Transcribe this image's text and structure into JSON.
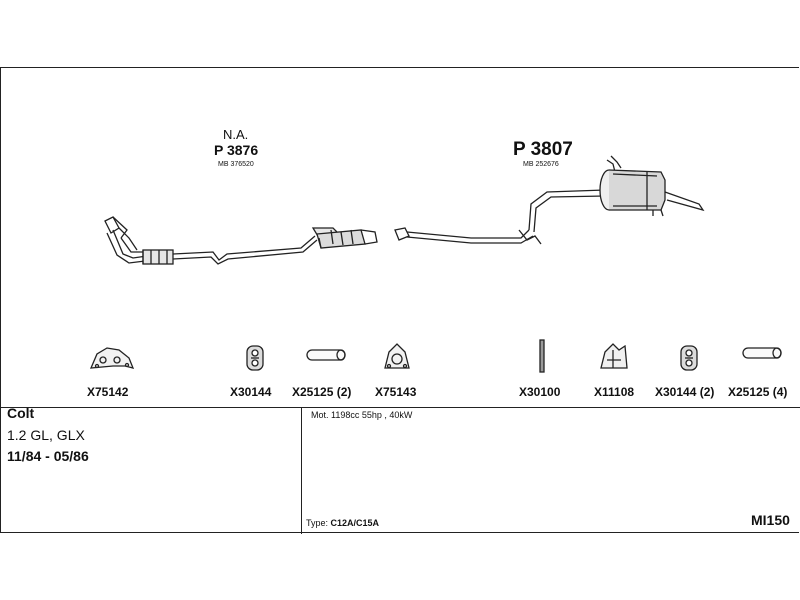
{
  "assemblies": [
    {
      "note": "N.A.",
      "code": "P 3876",
      "mb": "MB 376520"
    },
    {
      "code": "P 3807",
      "mb": "MB 252676"
    }
  ],
  "parts": [
    {
      "code": "X75142",
      "icon": "gasket-icon"
    },
    {
      "code": "X30144",
      "icon": "rubber-hanger-icon"
    },
    {
      "code": "X25125 (2)",
      "icon": "sleeve-icon"
    },
    {
      "code": "X75143",
      "icon": "gasket-icon"
    },
    {
      "code": "X30100",
      "icon": "rod-icon"
    },
    {
      "code": "X11108",
      "icon": "bracket-icon"
    },
    {
      "code": "X30144 (2)",
      "icon": "rubber-hanger-icon"
    },
    {
      "code": "X25125 (4)",
      "icon": "sleeve-icon"
    }
  ],
  "vehicle": {
    "model": "Colt",
    "variant": "1.2 GL, GLX",
    "years": "11/84 - 05/86"
  },
  "engine": {
    "motor": "Mot. 1198cc 55hp , 40kW",
    "type_label": "Type:",
    "type_value": "C12A/C15A"
  },
  "ref_code": "MI150"
}
